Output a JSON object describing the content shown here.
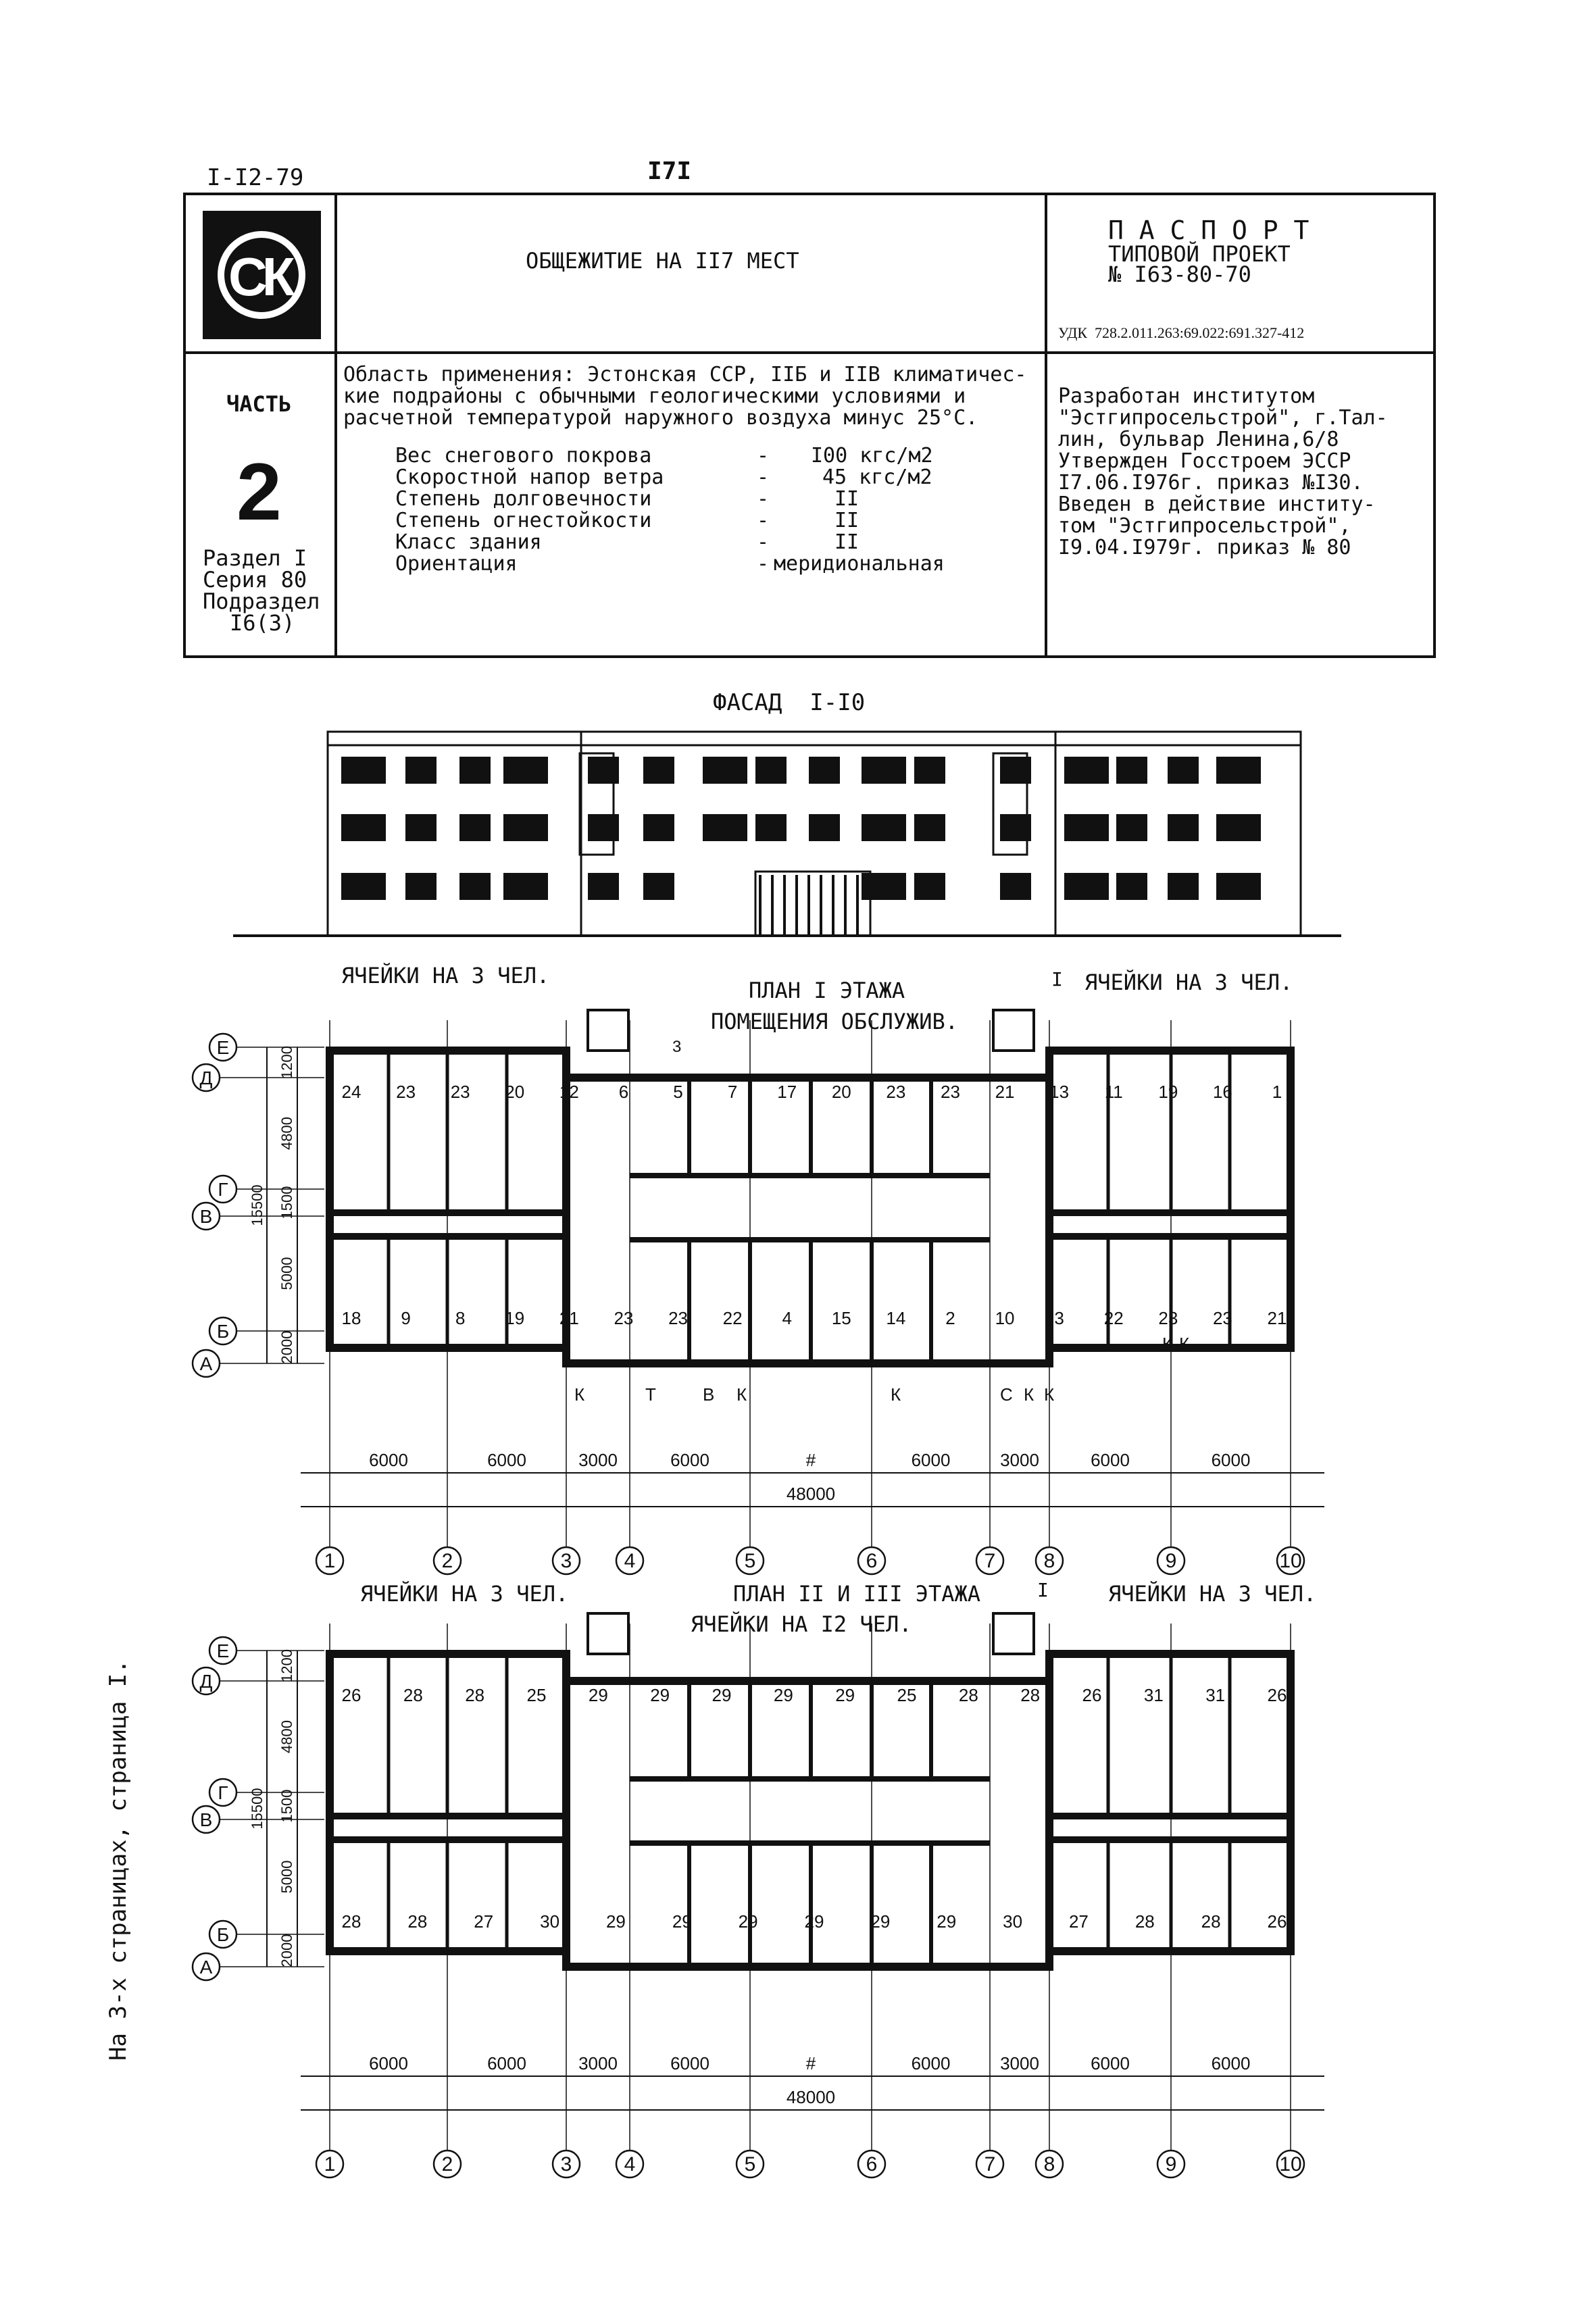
{
  "header": {
    "doc_code": "I-I2-79",
    "page_number": "I7I"
  },
  "title_block": {
    "logo_text": "СК",
    "object_title": "ОБЩЕЖИТИЕ НА II7 МЕСТ",
    "passport_title": "П А С П О Р Т",
    "project_type": "ТИПОВОЙ ПРОЕКТ",
    "project_number": "№ I63-80-70",
    "udk": "УДК  728.2.011.263:69.022:691.327-412",
    "part_label": "ЧАСТЬ",
    "part_number": "2",
    "section_lines": [
      "Раздел I",
      "Серия 80",
      "Подраздел",
      "I6(3)"
    ],
    "application_lines": [
      "Область применения: Эстонская ССР, IIБ и IIВ климатичес-",
      "кие подрайоны с обычными геологическими условиями и",
      "расчетной температурой наружного воздуха минус 25°C."
    ],
    "params": [
      {
        "name": "Вес снегового покрова",
        "dash": "-",
        "value": "I00 кгс/м2"
      },
      {
        "name": "Скоростной напор ветра",
        "dash": "-",
        "value": "45 кгс/м2"
      },
      {
        "name": "Степень долговечности",
        "dash": "-",
        "value": "II"
      },
      {
        "name": "Степень огнестойкости",
        "dash": "-",
        "value": "II"
      },
      {
        "name": "Класс здания",
        "dash": "-",
        "value": "II"
      },
      {
        "name": "Ориентация",
        "dash": "-",
        "value": "меридиональная"
      }
    ],
    "developer_lines": [
      "Разработан институтом",
      "\"Эстгипросельстрой\", г.Тал-",
      "лин, бульвар Ленина,6/8",
      "Утвержден Госстроем ЭССР",
      "I7.06.I976г. приказ №I30.",
      "Введен в действие институ-",
      "том \"Эстгипросельстрой\",",
      "I9.04.I979г. приказ № 80"
    ]
  },
  "facade": {
    "title": "ФАСАД  I-I0"
  },
  "plan1": {
    "title_line1": "ПЛАН I ЭТАЖА",
    "title_line2": "ПОМЕЩЕНИЯ ОБСЛУЖИВ.",
    "left_label": "ЯЧЕЙКИ НА 3 ЧЕЛ.",
    "right_label": "ЯЧЕЙКИ НА 3 ЧЕЛ.",
    "section_mark": "I",
    "row_axes": [
      "Е",
      "Д",
      "Г",
      "В",
      "Б",
      "А"
    ],
    "vertical_dims": [
      "1200",
      "4800",
      "1500",
      "5000",
      "2000"
    ],
    "total_vertical": "15500",
    "col_dims": [
      "6000",
      "6000",
      "3000",
      "6000",
      "#",
      "6000",
      "3000",
      "6000",
      "6000"
    ],
    "total": "48000",
    "col_axes": [
      "1",
      "2",
      "3",
      "4",
      "5",
      "6",
      "7",
      "8",
      "9",
      "10"
    ],
    "rooms": [
      "24",
      "23",
      "23",
      "20",
      "12",
      "6",
      "5",
      "7",
      "17",
      "20",
      "23",
      "23",
      "21",
      "13",
      "11",
      "19",
      "16",
      "1",
      "18",
      "9",
      "8",
      "19",
      "21",
      "23",
      "23",
      "22",
      "4",
      "15",
      "14",
      "2",
      "10",
      "3",
      "22",
      "23",
      "23",
      "21"
    ],
    "entry_marks": [
      "К",
      "К",
      "Т",
      "В",
      "К",
      "К",
      "С",
      "К",
      "К",
      "К"
    ],
    "section_3": "3"
  },
  "plan2": {
    "title_line1": "ПЛАН II И III ЭТАЖА",
    "title_line2": "ЯЧЕЙКИ НА I2 ЧЕЛ.",
    "left_label": "ЯЧЕЙКИ НА 3 ЧЕЛ.",
    "right_label": "ЯЧЕЙКИ НА 3 ЧЕЛ.",
    "section_mark": "I",
    "row_axes": [
      "Е",
      "Д",
      "Г",
      "В",
      "Б",
      "А"
    ],
    "vertical_dims": [
      "1200",
      "4800",
      "1500",
      "5000",
      "2000"
    ],
    "total_vertical": "15500",
    "col_dims": [
      "6000",
      "6000",
      "3000",
      "6000",
      "#",
      "6000",
      "3000",
      "6000",
      "6000"
    ],
    "total": "48000",
    "col_axes": [
      "1",
      "2",
      "3",
      "4",
      "5",
      "6",
      "7",
      "8",
      "9",
      "10"
    ],
    "rooms": [
      "26",
      "28",
      "28",
      "25",
      "29",
      "29",
      "29",
      "29",
      "29",
      "25",
      "28",
      "28",
      "26",
      "31",
      "31",
      "26",
      "28",
      "28",
      "27",
      "30",
      "29",
      "29",
      "29",
      "29",
      "29",
      "29",
      "30",
      "27",
      "28",
      "28",
      "26"
    ]
  },
  "side_note": "На 3-х страницах, страница I."
}
